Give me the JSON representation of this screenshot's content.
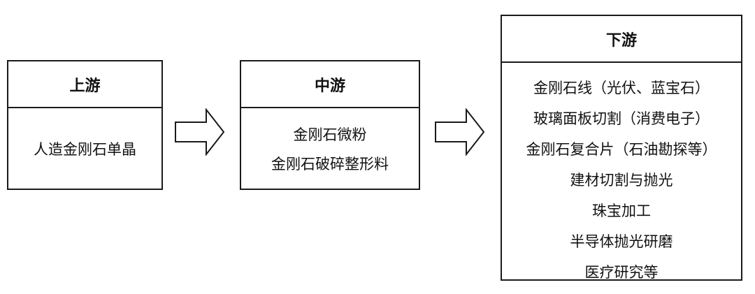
{
  "upstream": {
    "title": "上游",
    "items": [
      "人造金刚石单晶"
    ]
  },
  "midstream": {
    "title": "中游",
    "items": [
      "金刚石微粉",
      "金刚石破碎整形料"
    ]
  },
  "downstream": {
    "title": "下游",
    "items": [
      "金刚石线（光伏、蓝宝石）",
      "玻璃面板切割（消费电子）",
      "金刚石复合片（石油勘探等）",
      "建材切割与抛光",
      "珠宝加工",
      "半导体抛光研磨",
      "医疗研究等"
    ]
  }
}
